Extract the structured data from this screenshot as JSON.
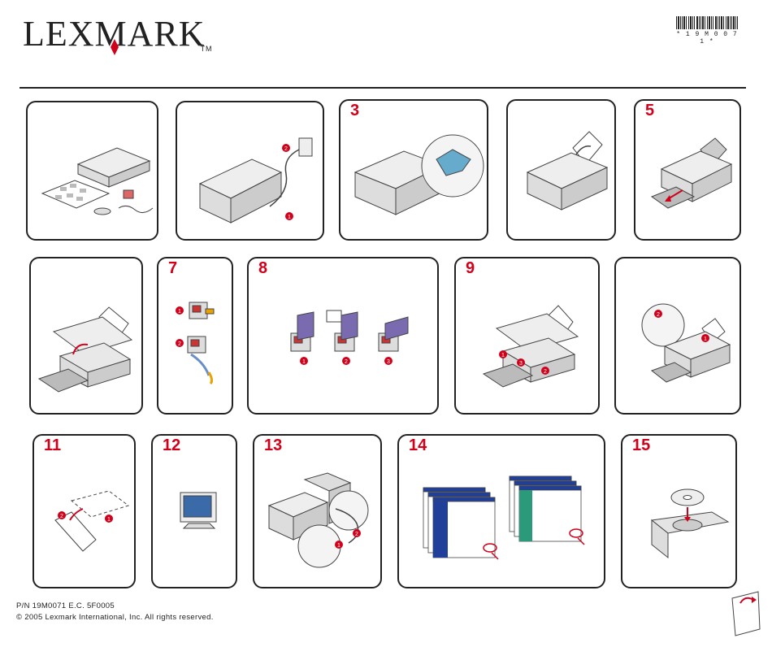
{
  "header": {
    "brand": "LEXMARK",
    "trademark": "TM",
    "barcode_text": "* 1 9 M 0 0 7 1 *",
    "accent_color": "#d0021b"
  },
  "steps": [
    {
      "number": "",
      "icon": "printer-unboxing-contents"
    },
    {
      "number": "",
      "icon": "power-cord-connect"
    },
    {
      "number": "3",
      "icon": "remove-tape"
    },
    {
      "number": "",
      "icon": "paper-support-raise"
    },
    {
      "number": "5",
      "icon": "paper-exit-tray-extend"
    },
    {
      "number": "",
      "icon": "open-printer-unit"
    },
    {
      "number": "7",
      "icon": "cartridge-remove-tape"
    },
    {
      "number": "8",
      "icon": "cartridge-insert"
    },
    {
      "number": "9",
      "icon": "close-printer-unit"
    },
    {
      "number": "",
      "icon": "load-paper"
    },
    {
      "number": "11",
      "icon": "print-alignment-page"
    },
    {
      "number": "12",
      "icon": "computer-monitor"
    },
    {
      "number": "13",
      "icon": "usb-cable-connect"
    },
    {
      "number": "14",
      "icon": "software-install-screens"
    },
    {
      "number": "15",
      "icon": "insert-cd"
    }
  ],
  "callouts": [
    "1",
    "2",
    "3"
  ],
  "footer": {
    "part_number": "P/N 19M0071 E.C. 5F0005",
    "copyright": "© 2005 Lexmark International, Inc. All rights reserved."
  }
}
